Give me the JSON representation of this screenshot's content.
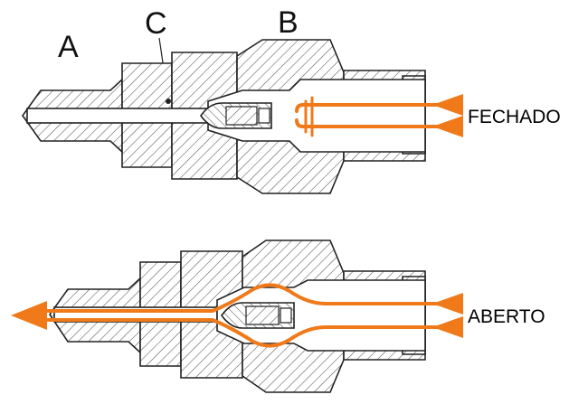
{
  "labels": {
    "part_a": "A",
    "part_b": "B",
    "part_c": "C",
    "state_closed": "FECHADO",
    "state_open": "ABERTO"
  },
  "colors": {
    "flow": "#f07a1a",
    "outline": "#222222",
    "hatch": "#444444",
    "background": "#ffffff",
    "text": "#000000"
  }
}
